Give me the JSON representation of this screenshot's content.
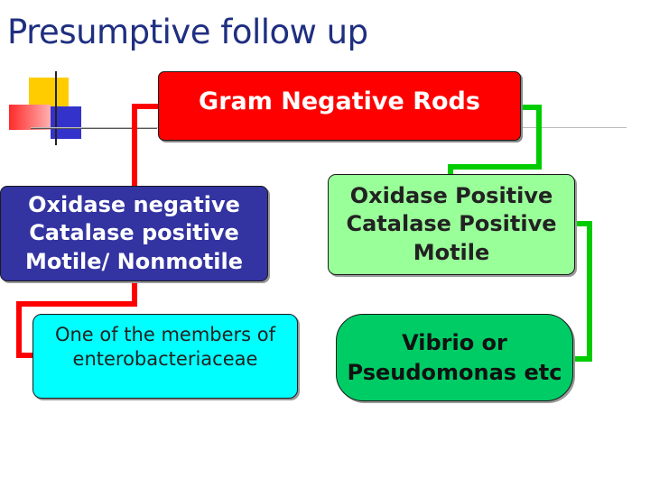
{
  "slide": {
    "title": "Presumptive follow up"
  },
  "diagram": {
    "root": {
      "label": "Gram Negative Rods"
    },
    "left_branch": {
      "level1": "Oxidase negative\nCatalase positive\nMotile/ Nonmotile",
      "level2": "One of the members of\nenterobacteriaceae"
    },
    "right_branch": {
      "level1": "Oxidase Positive\nCatalase Positive\nMotile",
      "level2": "Vibrio or\nPseudomonas etc"
    }
  },
  "colors": {
    "title_text": "#1f2f80",
    "root_fill": "#ff0000",
    "left_level1_fill": "#3333a1",
    "left_level2_fill": "#00ffff",
    "right_level1_fill": "#99ff99",
    "right_level2_fill": "#00cc66",
    "left_connector": "#ff0000",
    "right_connector": "#00cc00",
    "deco_yellow": "#ffcc00",
    "deco_red": "#ff3333",
    "deco_blue": "#3333cc"
  }
}
